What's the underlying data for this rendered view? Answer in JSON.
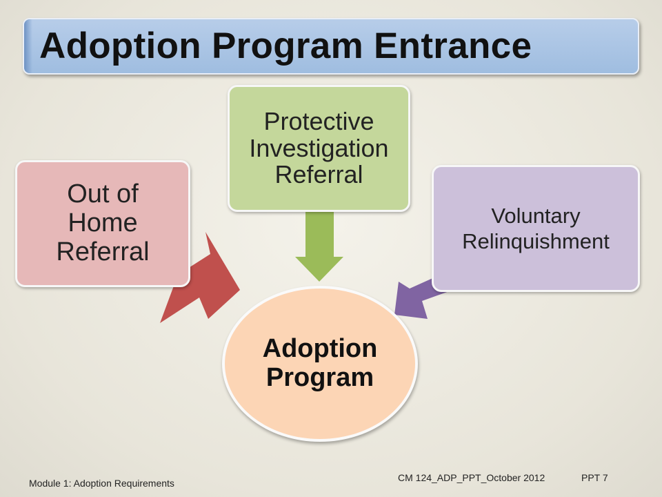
{
  "slide": {
    "title": "Adoption Program Entrance"
  },
  "diagram": {
    "center": {
      "label": "Adoption Program",
      "color": "#fcd5b5"
    },
    "sources": [
      {
        "label": "Out of Home Referral",
        "color": "#e6b8b8",
        "arrow_color": "#c0504d"
      },
      {
        "label": "Protective Investigation Referral",
        "color": "#c4d79b",
        "arrow_color": "#9bbb59"
      },
      {
        "label": "Voluntary Relinquishment",
        "color": "#ccc0da",
        "arrow_color": "#8064a2"
      }
    ]
  },
  "footer": {
    "module": "Module 1: Adoption Requirements",
    "code": "CM 124_ADP_PPT_October 2012",
    "page": "PPT 7"
  },
  "colors": {
    "title_bar": "#a8c4e5",
    "background": "#ece9df"
  }
}
